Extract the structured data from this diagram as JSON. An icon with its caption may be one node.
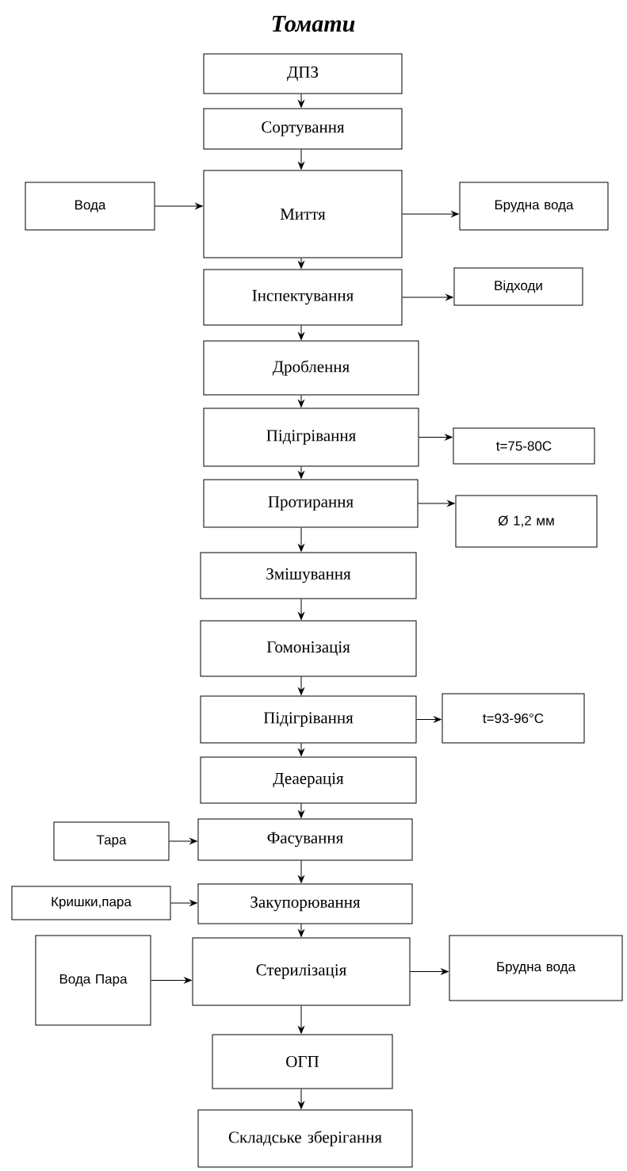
{
  "diagram": {
    "title": "Томати",
    "nodes": [
      {
        "text": [
          "ДПЗ"
        ]
      },
      {
        "text": [
          "Сортування"
        ]
      },
      {
        "text": [
          "Вода"
        ]
      },
      {
        "text": [
          "Миття"
        ]
      },
      {
        "text": [
          "Брудна вода"
        ]
      },
      {
        "text": [
          "Інспектування"
        ]
      },
      {
        "text": [
          "Відходи"
        ]
      },
      {
        "text": [
          "Дроблення"
        ]
      },
      {
        "text": [
          "Підігрівання"
        ]
      },
      {
        "text": [
          "t=75-80C"
        ]
      },
      {
        "text": [
          "Протирання"
        ]
      },
      {
        "text": [
          "Ø 1,2 мм"
        ]
      },
      {
        "text": [
          "Змішування"
        ]
      },
      {
        "text": [
          "Гомонізація"
        ]
      },
      {
        "text": [
          "Підігрівання"
        ]
      },
      {
        "text": [
          "t=93-96°C"
        ]
      },
      {
        "text": [
          "Деаерація"
        ]
      },
      {
        "text": [
          "Тара"
        ]
      },
      {
        "text": [
          "Фасування"
        ]
      },
      {
        "text": [
          "Кришки,пара"
        ]
      },
      {
        "text": [
          "Закупорювання"
        ]
      },
      {
        "text": [
          "Вода Пара"
        ]
      },
      {
        "text": [
          "Стерилізація"
        ]
      },
      {
        "text": [
          "Брудна вода"
        ]
      },
      {
        "text": [
          "ОГП"
        ]
      },
      {
        "text": [
          "Складське зберігання"
        ]
      }
    ],
    "edges": [
      {
        "from": 0,
        "to": 1,
        "arrow": "to"
      },
      {
        "from": 1,
        "to": 3,
        "arrow": "to"
      },
      {
        "from": 2,
        "to": 3,
        "arrow": "to"
      },
      {
        "from": 3,
        "to": 4,
        "arrow": "to"
      },
      {
        "from": 3,
        "to": 5,
        "arrow": "to"
      },
      {
        "from": 5,
        "to": 6,
        "arrow": "to"
      },
      {
        "from": 5,
        "to": 7,
        "arrow": "to"
      },
      {
        "from": 7,
        "to": 8,
        "arrow": "to"
      },
      {
        "from": 8,
        "to": 9,
        "arrow": "to"
      },
      {
        "from": 8,
        "to": 10,
        "arrow": "to"
      },
      {
        "from": 10,
        "to": 11,
        "arrow": "to"
      },
      {
        "from": 10,
        "to": 12,
        "arrow": "to"
      },
      {
        "from": 12,
        "to": 13,
        "arrow": "to"
      },
      {
        "from": 13,
        "to": 14,
        "arrow": "to"
      },
      {
        "from": 14,
        "to": 15,
        "arrow": "to"
      },
      {
        "from": 14,
        "to": 16,
        "arrow": "to"
      },
      {
        "from": 16,
        "to": 18,
        "arrow": "to"
      },
      {
        "from": 17,
        "to": 18,
        "arrow": "to"
      },
      {
        "from": 18,
        "to": 20,
        "arrow": "to"
      },
      {
        "from": 19,
        "to": 20,
        "arrow": "to"
      },
      {
        "from": 20,
        "to": 22,
        "arrow": "to"
      },
      {
        "from": 21,
        "to": 22,
        "arrow": "to"
      },
      {
        "from": 22,
        "to": 23,
        "arrow": "to"
      },
      {
        "from": 22,
        "to": 24,
        "arrow": "to"
      },
      {
        "from": 24,
        "to": 25,
        "arrow": "to"
      }
    ]
  }
}
